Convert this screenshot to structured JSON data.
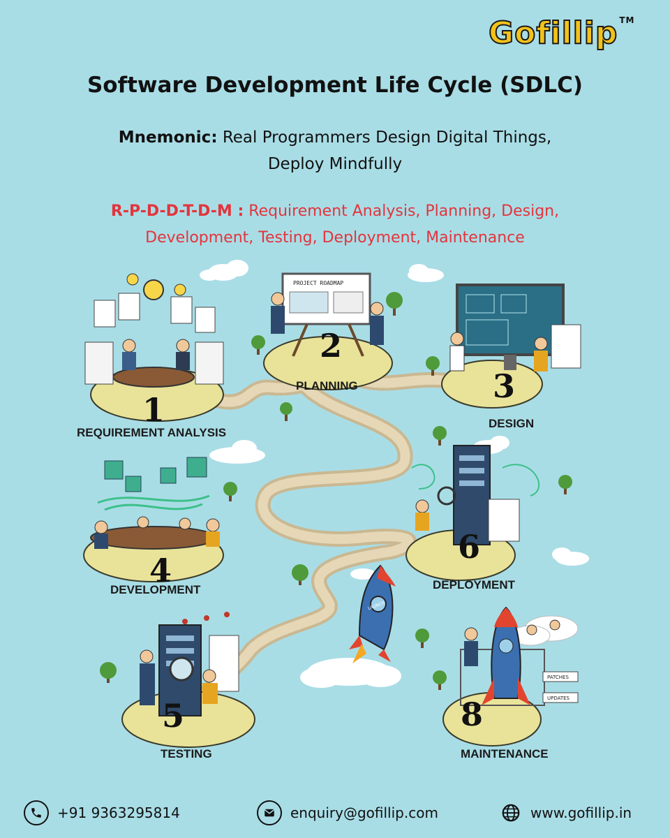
{
  "brand": {
    "name": "Gofillip",
    "tm": "TM"
  },
  "title": "Software Development Life Cycle (SDLC)",
  "mnemonic": {
    "label": "Mnemonic:",
    "text": "Real Programmers Design Digital Things, Deploy Mindfully"
  },
  "acronym": {
    "label": "R-P-D-D-T-D-M :",
    "text": "Requirement Analysis, Planning, Design, Development, Testing, Deployment, Maintenance"
  },
  "stages": [
    {
      "number": "1",
      "label": "REQUIREMENT ANALYSIS"
    },
    {
      "number": "2",
      "label": "PLANNING"
    },
    {
      "number": "3",
      "label": "DESIGN"
    },
    {
      "number": "4",
      "label": "DEVELOPMENT"
    },
    {
      "number": "5",
      "label": "TESTING"
    },
    {
      "number": "6",
      "label": "DEPLOYMENT"
    },
    {
      "number": "8",
      "label": "MAINTENANCE"
    }
  ],
  "illustration_text": {
    "roadmap": "PROJECT ROADMAP",
    "launch": "LAUNCH",
    "patches": "PATCHES",
    "updates": "UPDATES"
  },
  "contact": {
    "phone": "+91 9363295814",
    "email": "enquiry@gofillip.com",
    "website": "www.gofillip.in"
  },
  "colors": {
    "background": "#a9dde6",
    "acronym_red": "#e3343c",
    "brand_yellow": "#f2c21b",
    "platform": "#e9e39a",
    "path": "#d9c9a6"
  }
}
